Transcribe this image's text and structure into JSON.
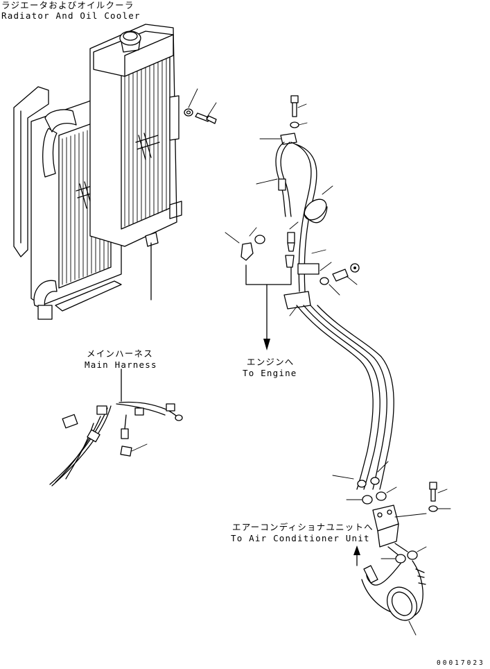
{
  "labels": {
    "radiator_jp": "ラジエータおよびオイルクーラ",
    "radiator_en": "Radiator And Oil Cooler",
    "harness_jp": "メインハーネス",
    "harness_en": "Main Harness",
    "engine_jp": "エンジンへ",
    "engine_en": "To Engine",
    "aircon_jp": "エアーコンディショナユニットへ",
    "aircon_en": "To Air Conditioner Unit"
  },
  "drawing_code": "00017023",
  "icons": {
    "radiator": "radiator-oil-cooler-assembly",
    "harness": "wire-harness-connector",
    "hose": "refrigerant-hose",
    "arrow": "down-arrow"
  }
}
